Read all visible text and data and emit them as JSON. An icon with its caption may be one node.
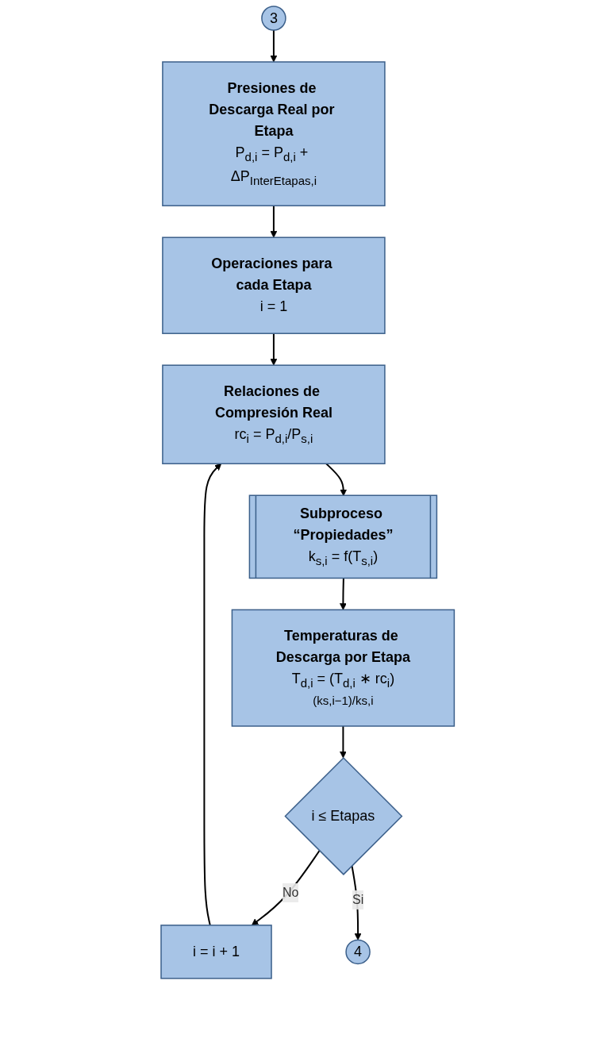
{
  "diagram": {
    "nodes": [
      {
        "text": [
          "3"
        ]
      },
      {
        "text": [
          "Presiones de Descarga Real por Etapa",
          "P$_{d,i}$ = P$_{d,i}$ + ΔP$_{InterEtapas,i}$"
        ]
      },
      {
        "text": [
          "Operaciones para cada Etapa",
          "i = 1"
        ]
      },
      {
        "text": [
          "Relaciones de Compresión Real",
          "rc$_{i}$ = P$_{d,i}$/P$_{s,i}$"
        ]
      },
      {
        "text": [
          "Subproceso “Propiedades”",
          "k$_{s,i}$ = f(T$_{s,i}$)"
        ]
      },
      {
        "text": [
          "Temperaturas de Descarga por Etapa",
          "T$_{d,i}$ = (T$_{d,i}$ ∗ rc$_{i}$)$^{(ks,i−1)/ks,i}$"
        ]
      },
      {
        "text": [
          "i ≤ Etapas"
        ]
      },
      {
        "text": [
          "i = i + 1"
        ]
      },
      {
        "text": [
          "4"
        ]
      }
    ],
    "edges": [
      {
        "from": 0,
        "to": 1,
        "arrow": "to"
      },
      {
        "from": 1,
        "to": 2,
        "arrow": "to"
      },
      {
        "from": 2,
        "to": 3,
        "arrow": "to"
      },
      {
        "from": 3,
        "to": 4,
        "arrow": "to"
      },
      {
        "from": 4,
        "to": 5,
        "arrow": "to"
      },
      {
        "from": 5,
        "to": 6,
        "arrow": "to"
      },
      {
        "from": 6,
        "to": 7,
        "arrow": "to",
        "label": "No"
      },
      {
        "from": 7,
        "to": 3,
        "arrow": "to"
      },
      {
        "from": 6,
        "to": 8,
        "arrow": "to",
        "label": "Si"
      }
    ]
  }
}
